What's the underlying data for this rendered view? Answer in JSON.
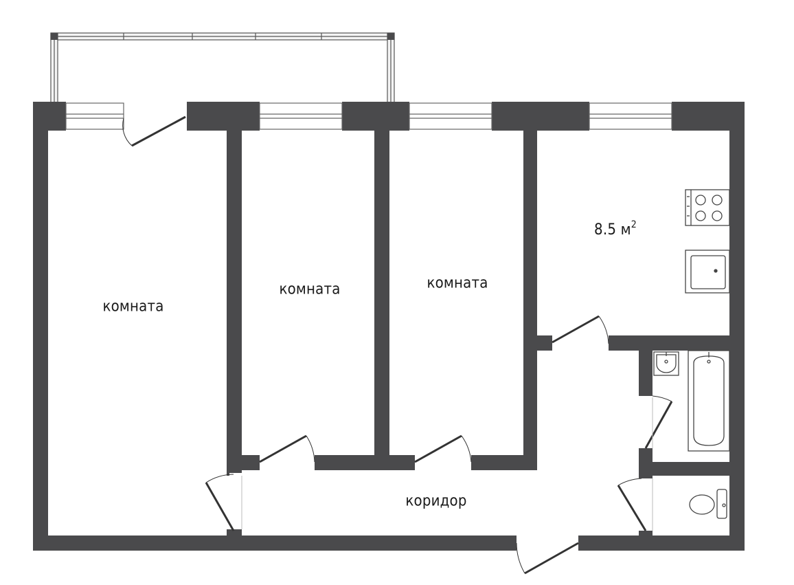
{
  "plan": {
    "wall_color": "#4a4a4c",
    "rooms": [
      {
        "name": "room-left",
        "label": "комната"
      },
      {
        "name": "room-middle",
        "label": "комната"
      },
      {
        "name": "room-right",
        "label": "комната"
      },
      {
        "name": "corridor",
        "label": "коридор"
      }
    ],
    "kitchen": {
      "area_value": "8.5 м",
      "area_unit_power": "2"
    },
    "fixtures": [
      "balcony",
      "stove-icon",
      "sink-icon",
      "washbasin-icon",
      "bathtub-icon",
      "toilet-icon"
    ]
  }
}
